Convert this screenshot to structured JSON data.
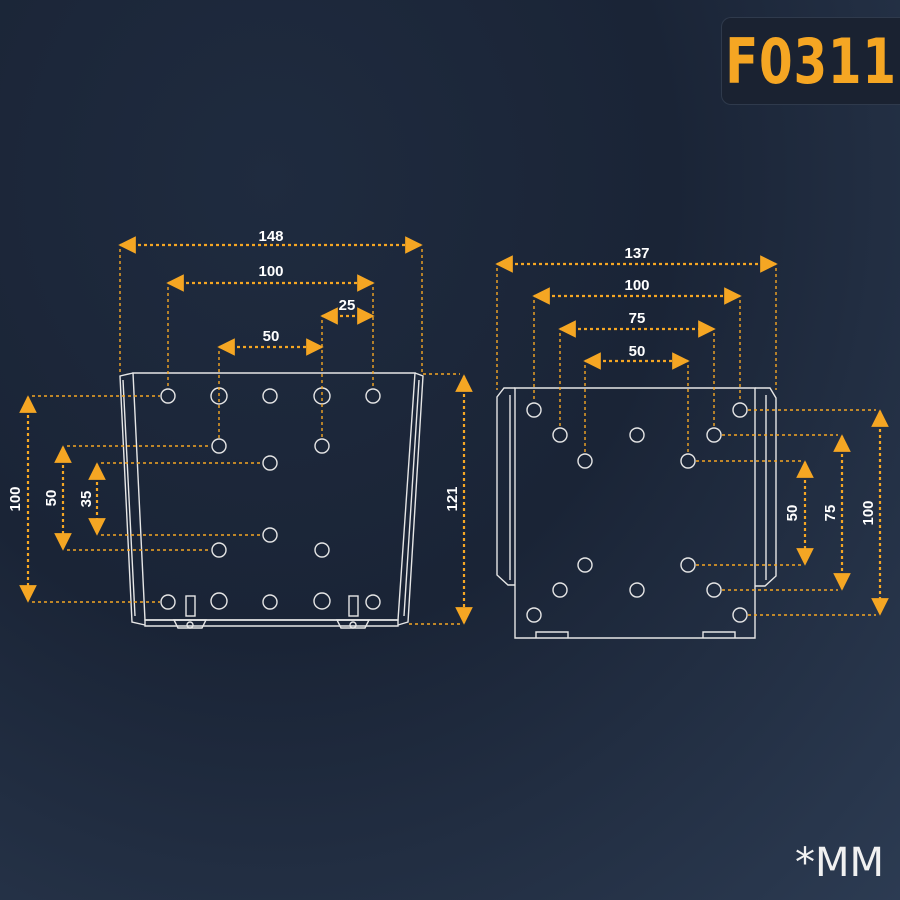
{
  "model": "F0311",
  "unit_note": "*MM",
  "colors": {
    "accent": "#f5a623",
    "outline": "#e6e6e6",
    "label": "#ffffff"
  },
  "left_bracket": {
    "width_labels": {
      "overall": "148",
      "outer_holes": "100",
      "middle": "50",
      "small": "25"
    },
    "height_labels": {
      "h100": "100",
      "h50": "50",
      "h35": "35",
      "overall": "121"
    }
  },
  "right_bracket": {
    "width_labels": {
      "overall": "137",
      "w100": "100",
      "w75": "75",
      "w50": "50"
    },
    "height_labels": {
      "h50": "50",
      "h75": "75",
      "h100": "100"
    }
  }
}
